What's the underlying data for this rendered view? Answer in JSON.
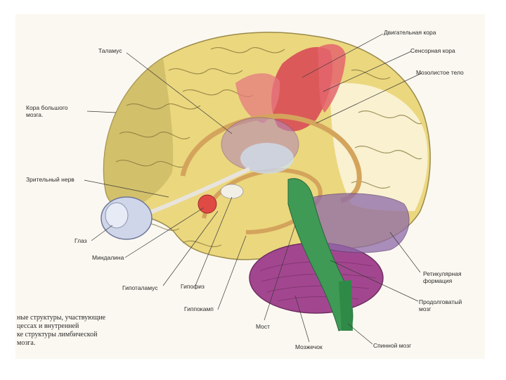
{
  "labels": {
    "motor_cortex": "Двигательная кора",
    "thalamus": "Таламус",
    "sensory_cortex": "Сенсорная кора",
    "corpus_callosum": "Мозолистое тело",
    "cerebral_cortex": "Кора большого\nмозга.",
    "optic_nerve": "Зрительный нерв",
    "eye": "Глаз",
    "amygdala": "Миндалина",
    "hypothalamus": "Гипоталамус",
    "pituitary": "Гипофиз",
    "hippocampus": "Гиппокамп",
    "reticular_formation": "Ретикулярная\nформация",
    "medulla": "Продолговатый\nмозг",
    "pons": "Мост",
    "cerebellum": "Мозжечок",
    "spinal_cord": "Спинной мозг"
  },
  "caption": "ные структуры, участвующие\nцессах и внутренней\nке структуры лимбической\nмозга.",
  "colors": {
    "cortex": "#ebd77e",
    "cortex_dark": "#b9a45a",
    "motor": "#d94b55",
    "brainstem": "#3f9a55",
    "cerebellum": "#a2478f",
    "limbic": "#d4a45c",
    "eye": "#cfd6ea"
  }
}
